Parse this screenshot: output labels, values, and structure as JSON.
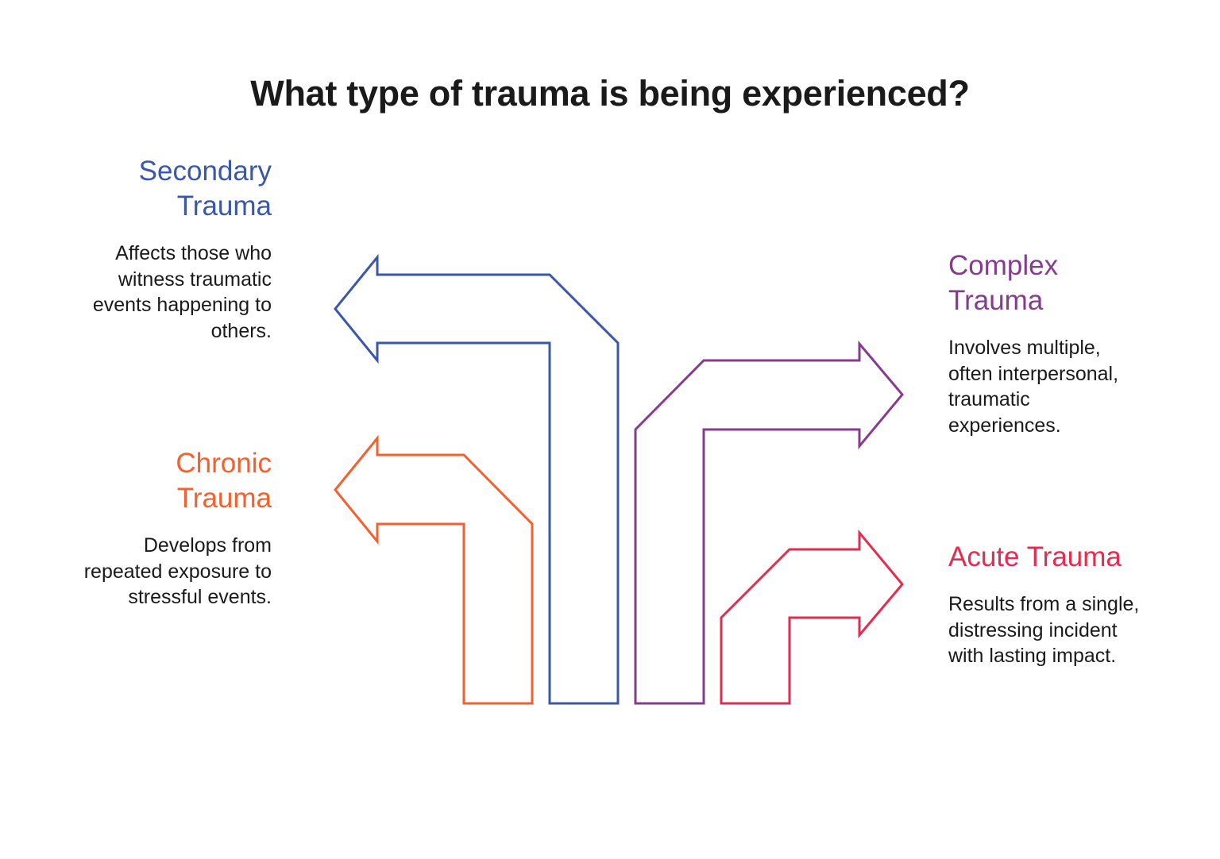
{
  "title": "What type of trauma is being experienced?",
  "items": [
    {
      "id": "secondary",
      "heading": "Secondary Trauma",
      "description": "Affects those who witness traumatic events happening to others.",
      "color": "#3a57a8",
      "side": "left",
      "arrow_direction": "left",
      "icon": "left-turn-arrow-icon"
    },
    {
      "id": "chronic",
      "heading": "Chronic Trauma",
      "description": "Develops from repeated exposure to stressful events.",
      "color": "#f4602e",
      "side": "left",
      "arrow_direction": "left",
      "icon": "left-turn-arrow-icon"
    },
    {
      "id": "complex",
      "heading": "Complex Trauma",
      "description": "Involves multiple, often interpersonal, traumatic experiences.",
      "color": "#863b8f",
      "side": "right",
      "arrow_direction": "right",
      "icon": "right-turn-arrow-icon"
    },
    {
      "id": "acute",
      "heading": "Acute Trauma",
      "description": "Results from a single, distressing incident with lasting impact.",
      "color": "#e52b50",
      "side": "right",
      "arrow_direction": "right",
      "icon": "right-turn-arrow-icon"
    }
  ]
}
